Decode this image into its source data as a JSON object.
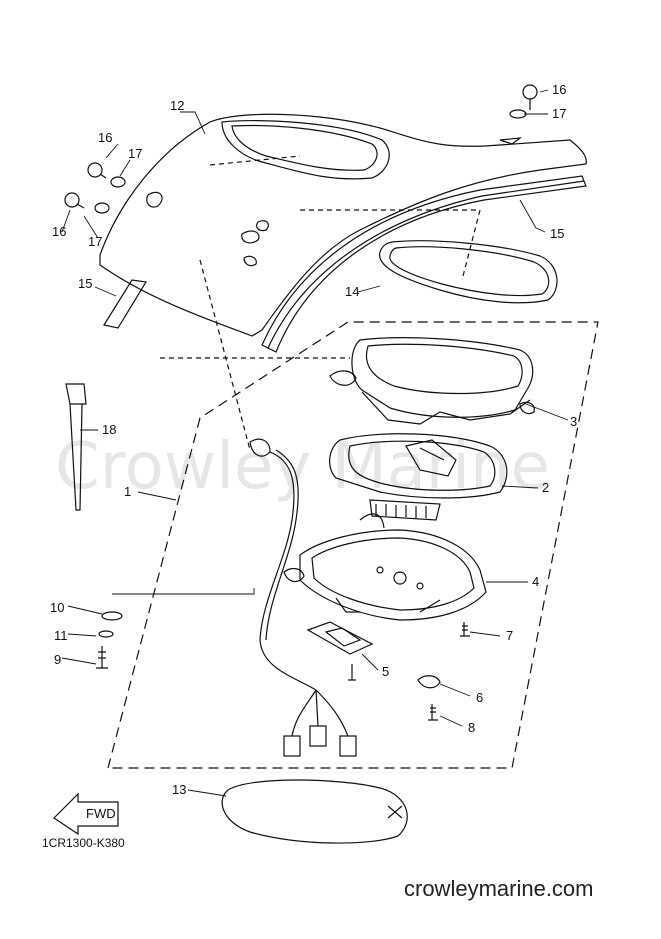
{
  "diagram": {
    "part_code": "1CR1300-K380",
    "website": "crowleymarine.com",
    "watermark": "Crowley Marine",
    "fwd_label": "FWD",
    "callouts": [
      "1",
      "2",
      "3",
      "4",
      "5",
      "6",
      "7",
      "8",
      "9",
      "10",
      "11",
      "12",
      "13",
      "14",
      "15",
      "15",
      "16",
      "16",
      "16",
      "17",
      "17",
      "17",
      "18"
    ]
  }
}
